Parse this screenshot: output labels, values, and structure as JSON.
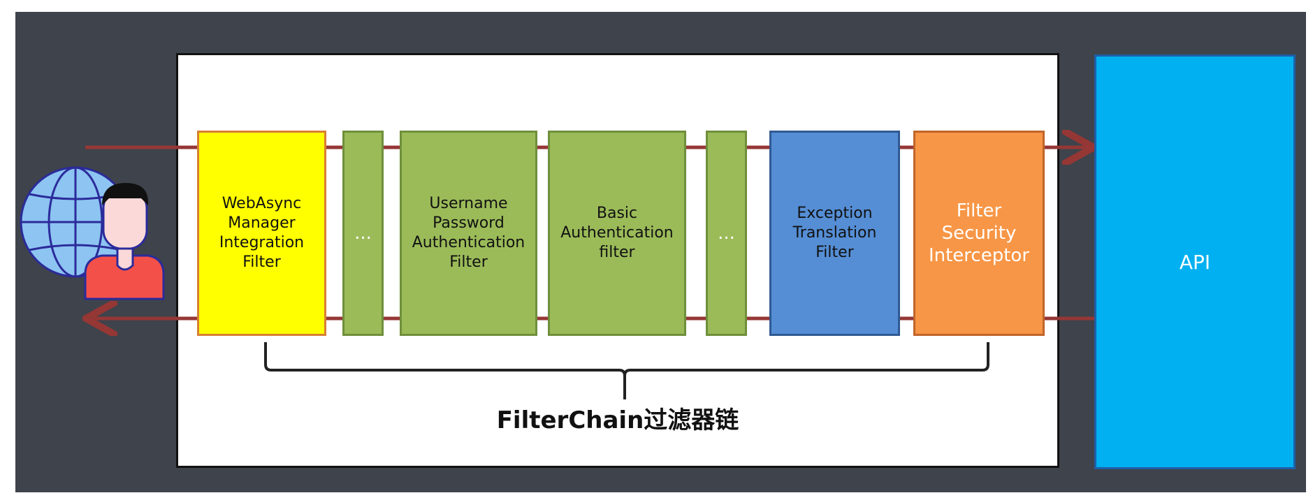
{
  "filters": [
    {
      "label": "WebAsync\nManager\nIntegration\nFilter",
      "color": "yellow"
    },
    {
      "label": "...",
      "color": "green"
    },
    {
      "label": "Username\nPassword\nAuthentication\nFilter",
      "color": "green"
    },
    {
      "label": "Basic\nAuthentication\nfilter",
      "color": "green"
    },
    {
      "label": "...",
      "color": "green"
    },
    {
      "label": "Exception\nTranslation\nFilter",
      "color": "blue"
    },
    {
      "label": "Filter\nSecurity\nInterceptor",
      "color": "orange"
    }
  ],
  "api": {
    "label": "API"
  },
  "chain": {
    "label": "FilterChain过滤器链"
  },
  "colors": {
    "frame": "#3f434b",
    "arrow": "#953735",
    "yellow": "#ffff00",
    "green": "#9bbb59",
    "blue": "#558ed5",
    "orange": "#f79646",
    "api": "#00b0f0"
  },
  "icons": {
    "client": "globe-user-icon"
  }
}
